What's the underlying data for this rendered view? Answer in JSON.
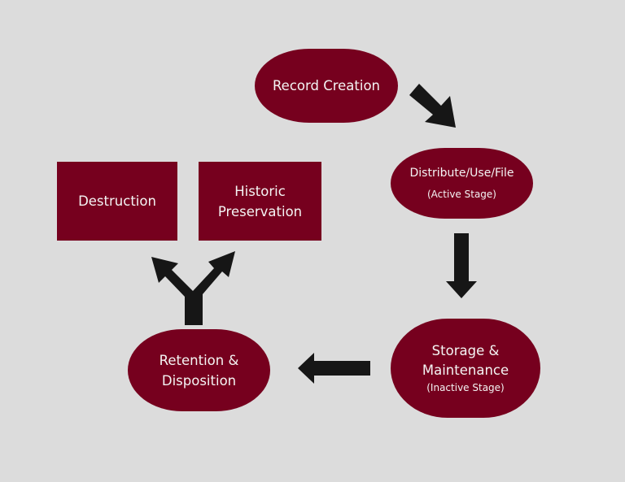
{
  "diagram": {
    "nodes": {
      "record_creation": {
        "label": "Record Creation"
      },
      "distribute": {
        "label": "Distribute/Use/File",
        "sublabel": "(Active Stage)"
      },
      "storage": {
        "line1": "Storage &",
        "line2": "Maintenance",
        "sublabel": "(Inactive Stage)"
      },
      "retention": {
        "line1": "Retention &",
        "line2": "Disposition"
      },
      "destruction": {
        "label": "Destruction"
      },
      "historic": {
        "line1": "Historic",
        "line2": "Preservation"
      }
    },
    "edges": [
      {
        "from": "record_creation",
        "to": "distribute"
      },
      {
        "from": "distribute",
        "to": "storage"
      },
      {
        "from": "storage",
        "to": "retention"
      },
      {
        "from": "retention",
        "to": "destruction"
      },
      {
        "from": "retention",
        "to": "historic"
      }
    ],
    "colors": {
      "node_fill": "#76001e",
      "node_text": "#f4f4f4",
      "arrow": "#161616",
      "background": "#dcdcdc"
    }
  }
}
